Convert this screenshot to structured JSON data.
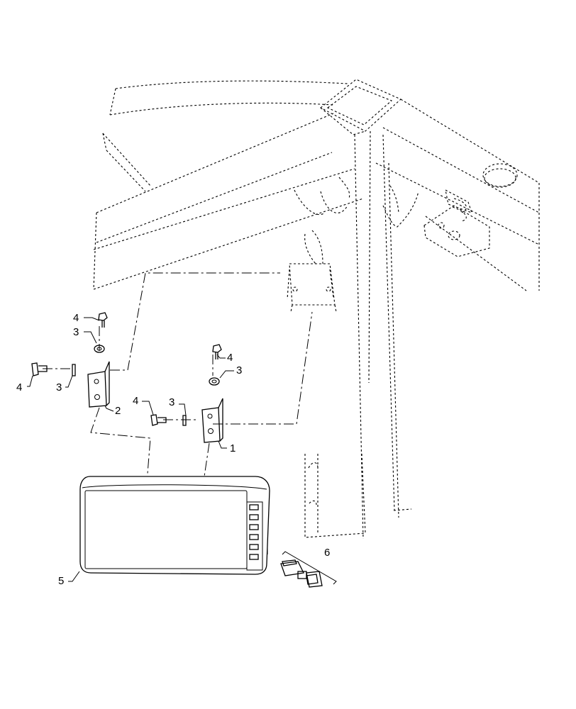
{
  "diagram": {
    "type": "exploded-parts-view",
    "callouts": {
      "c1": "1",
      "c2": "2",
      "c3a": "3",
      "c3b": "3",
      "c3c": "3",
      "c3d": "3",
      "c4a": "4",
      "c4b": "4",
      "c4c": "4",
      "c4d": "4",
      "c5": "5",
      "c6": "6"
    }
  }
}
